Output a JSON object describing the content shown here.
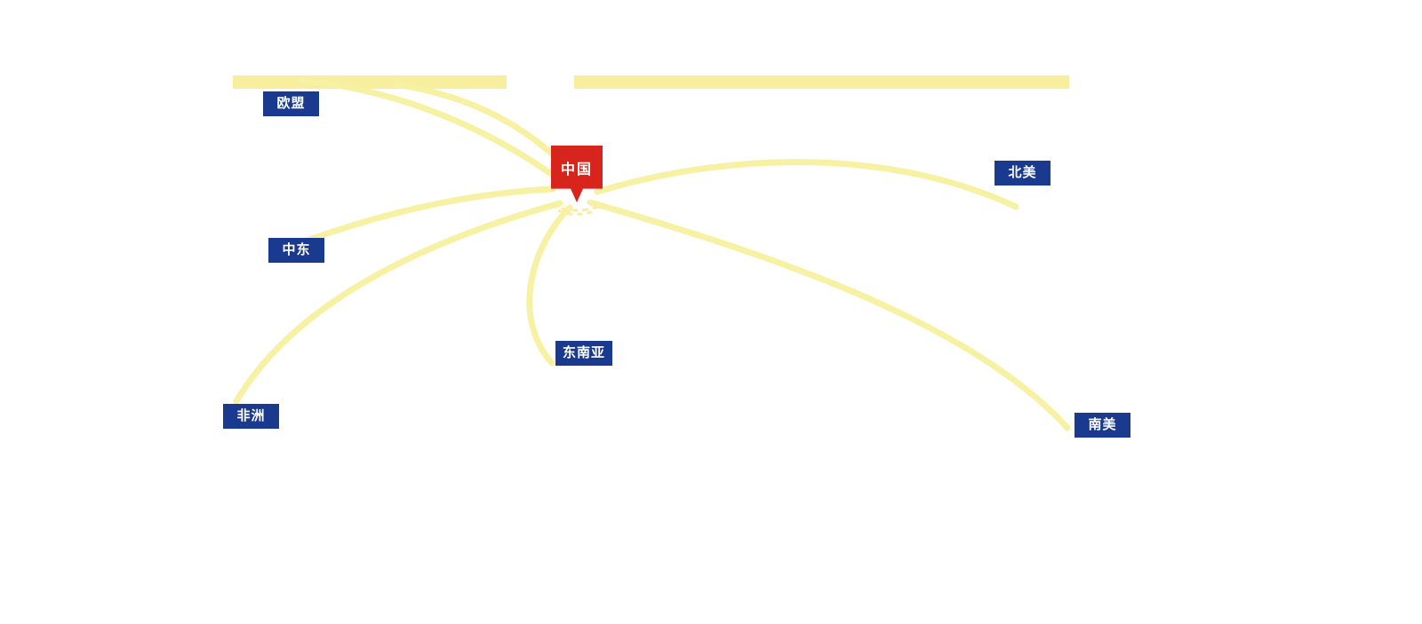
{
  "diagram": {
    "title": "",
    "center": {
      "label": "中国"
    },
    "regions": [
      {
        "id": "eu",
        "label": "欧盟"
      },
      {
        "id": "north-america",
        "label": "北美"
      },
      {
        "id": "middle-east",
        "label": "中东"
      },
      {
        "id": "southeast-asia",
        "label": "东南亚"
      },
      {
        "id": "africa",
        "label": "非洲"
      },
      {
        "id": "south-america",
        "label": "南美"
      }
    ],
    "connections": [
      {
        "from": "中国",
        "to": "欧盟"
      },
      {
        "from": "中国",
        "to": "北美"
      },
      {
        "from": "中国",
        "to": "中东"
      },
      {
        "from": "中国",
        "to": "东南亚"
      },
      {
        "from": "中国",
        "to": "非洲"
      },
      {
        "from": "中国",
        "to": "南美"
      }
    ],
    "colors": {
      "route_line": "#F7F1A3",
      "top_bar": "#F7EF9E",
      "label_background": "#1A3A8F",
      "label_text": "#FFFFFF",
      "pin_background": "#D7241D",
      "pin_text": "#FFFFFF",
      "page_background": "#FFFFFF"
    }
  }
}
